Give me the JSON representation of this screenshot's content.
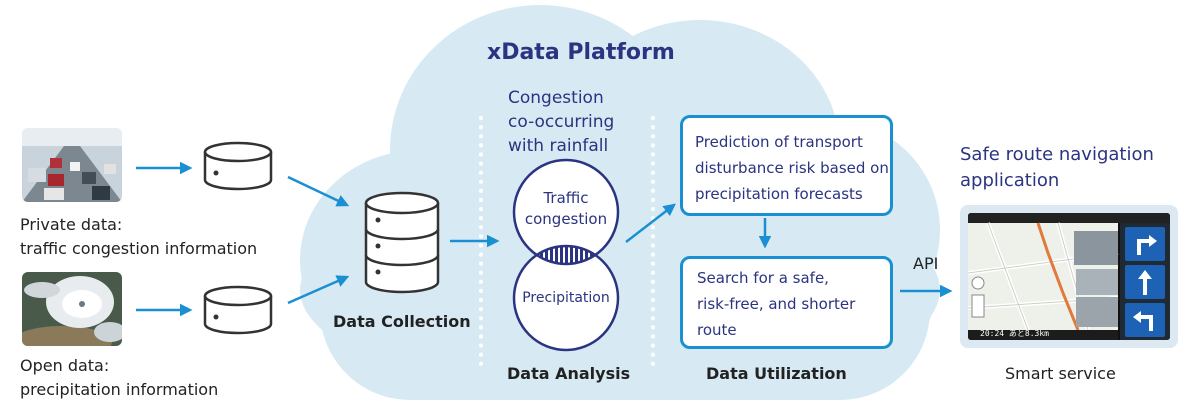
{
  "colors": {
    "cloud": "#d7eaf4",
    "accent_blue": "#1a8fd1",
    "navy": "#2a3480",
    "text": "#222222"
  },
  "platform_title": "xData Platform",
  "inputs": [
    {
      "lines": [
        "Private data:",
        "traffic congestion information"
      ]
    },
    {
      "lines": [
        "Open data:",
        "precipitation information"
      ]
    }
  ],
  "stages": {
    "collection": "Data Collection",
    "analysis": "Data Analysis",
    "utilization": "Data Utilization",
    "service": "Smart service"
  },
  "analysis_caption": [
    "Congestion",
    "co-occurring",
    "with rainfall"
  ],
  "venn": {
    "top": [
      "Traffic",
      "congestion"
    ],
    "bottom": "Precipitation"
  },
  "utilization_boxes": {
    "prediction": [
      "Prediction of transport",
      "disturbance risk based on",
      "precipitation forecasts"
    ],
    "search": [
      "Search for a safe,",
      "risk-free, and shorter",
      "route"
    ]
  },
  "api_label": "API",
  "service_title": [
    "Safe route navigation",
    "application"
  ],
  "nav_app": {
    "time_text": "20:24 あと8.3km"
  },
  "icons": {
    "database_small": "database-icon",
    "database_large": "database-stack-icon",
    "arrow": "arrow-right-icon",
    "turn_right": "turn-right-arrow-icon",
    "straight": "straight-arrow-icon",
    "turn_left": "turn-left-arrow-icon"
  }
}
